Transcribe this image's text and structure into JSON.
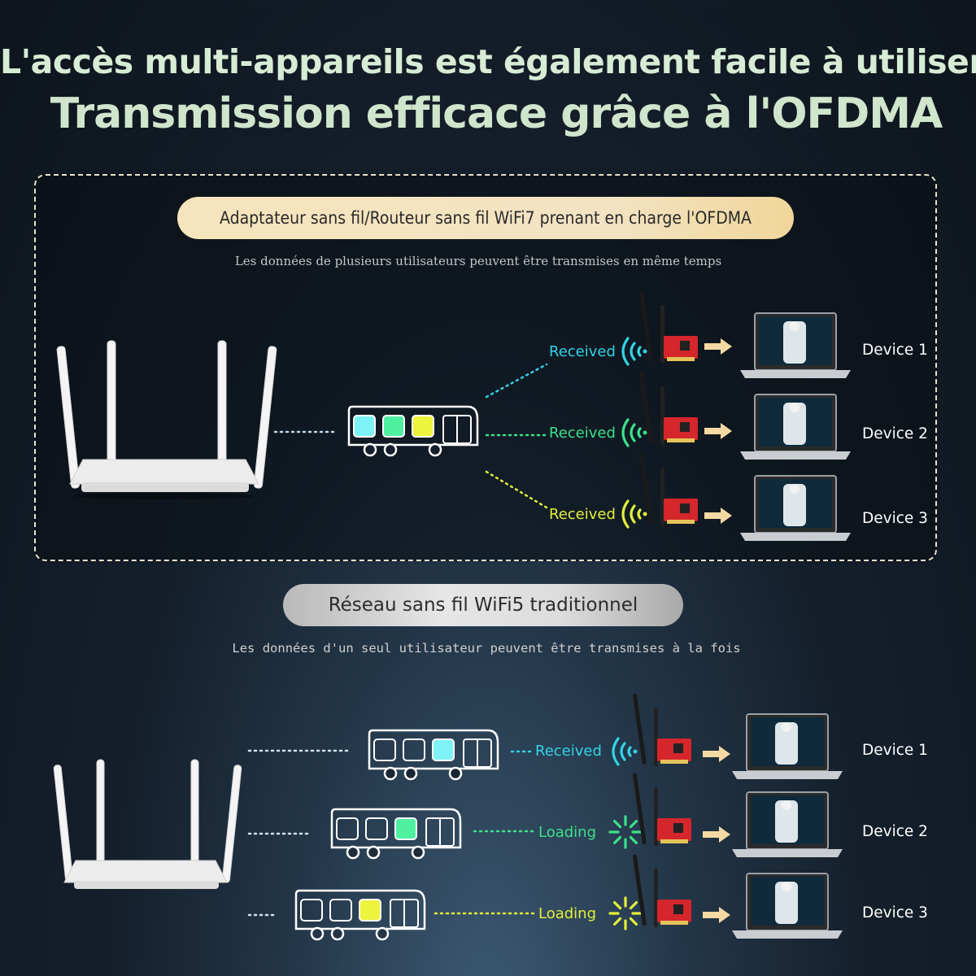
{
  "title_line1": "L'accès multi-appareils est également facile à utiliser",
  "title_line2": "Transmission efficace grâce à l'OFDMA",
  "ofdma": {
    "pill_label": "Adaptateur sans fil/Routeur sans fil WiFi7 prenant en charge l'OFDMA",
    "subtitle": "Les données de plusieurs utilisateurs peuvent être transmises en même temps",
    "rows": [
      {
        "status": "Received",
        "device": "Device 1",
        "color": "#34d3e6",
        "icon": "wifi-signal-icon"
      },
      {
        "status": "Received",
        "device": "Device 2",
        "color": "#3ee08a",
        "icon": "wifi-signal-icon"
      },
      {
        "status": "Received",
        "device": "Device 3",
        "color": "#e3ef3a",
        "icon": "wifi-signal-icon"
      }
    ]
  },
  "wifi5": {
    "pill_label": "Réseau sans fil WiFi5 traditionnel",
    "subtitle": "Les données d'un seul utilisateur peuvent être transmises à la fois",
    "rows": [
      {
        "status": "Received",
        "device": "Device 1",
        "color": "#34d3e6",
        "icon": "wifi-signal-icon"
      },
      {
        "status": "Loading",
        "device": "Device 2",
        "color": "#3ee08a",
        "icon": "loading-spinner-icon"
      },
      {
        "status": "Loading",
        "device": "Device 3",
        "color": "#e3ef3a",
        "icon": "loading-spinner-icon"
      }
    ]
  },
  "colors": {
    "cyan": "#34d3e6",
    "green": "#3ee08a",
    "yellow": "#e3ef3a",
    "title": "#d6ecd5",
    "arrow": "#f5d9a3",
    "pcb": "#d4262b"
  }
}
